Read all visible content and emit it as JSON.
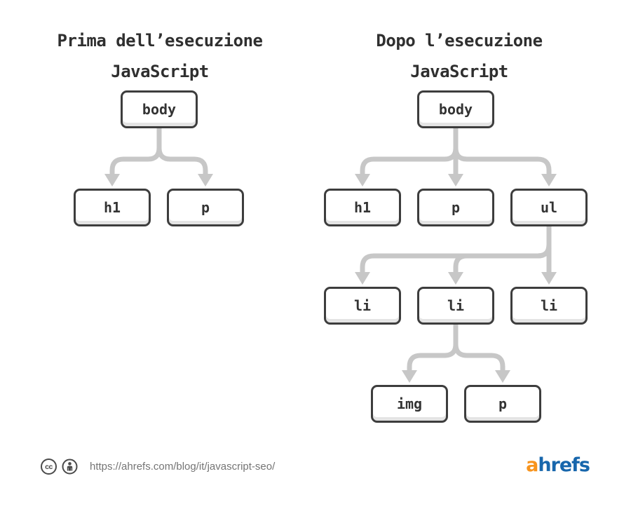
{
  "left_diagram": {
    "title_line1": "Prima dell’esecuzione",
    "title_line2": "JavaScript",
    "nodes": {
      "body": "body",
      "h1": "h1",
      "p": "p"
    }
  },
  "right_diagram": {
    "title_line1": "Dopo l’esecuzione",
    "title_line2": "JavaScript",
    "nodes": {
      "body": "body",
      "h1": "h1",
      "p": "p",
      "ul": "ul",
      "li1": "li",
      "li2": "li",
      "li3": "li",
      "img": "img",
      "p2": "p"
    }
  },
  "footer": {
    "cc_text": "cc",
    "license_icons": [
      "cc-icon",
      "attribution-person-icon"
    ],
    "url": "https://ahrefs.com/blog/it/javascript-seo/"
  },
  "logo": {
    "first_letter": "a",
    "rest": "hrefs"
  },
  "colors": {
    "connector": "#c7c7c7",
    "box_border": "#3d3d3d",
    "box_fill": "#ffffff",
    "box_shade": "#e4e4e4",
    "text_dark": "#2f2f2f",
    "url_gray": "#757575",
    "icon_gray": "#4a4a4a",
    "logo_orange": "#f7941e",
    "logo_blue": "#1766ac",
    "background": "#ffffff"
  }
}
